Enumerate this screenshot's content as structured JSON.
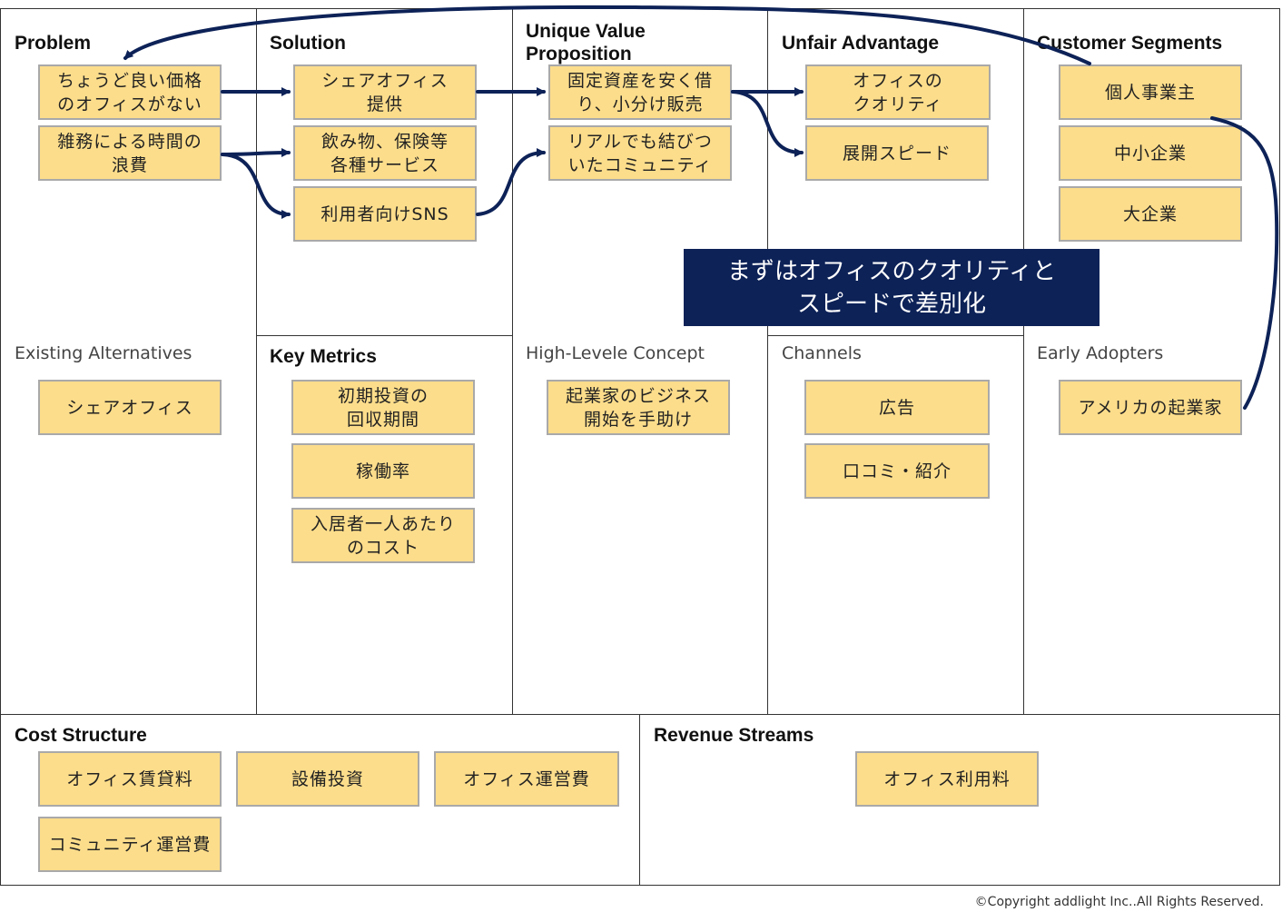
{
  "headers": {
    "problem": "Problem",
    "solution": "Solution",
    "uvp": "Unique Value\nProposition",
    "unfair": "Unfair Advantage",
    "segments": "Customer Segments",
    "key_metrics": "Key Metrics",
    "cost": "Cost Structure",
    "revenue": "Revenue Streams"
  },
  "subheaders": {
    "existing": "Existing Alternatives",
    "concept": "High-Levele Concept",
    "channels": "Channels",
    "early": "Early Adopters"
  },
  "notes": {
    "problem1": "ちょうど良い価格\nのオフィスがない",
    "problem2": "雑務による時間の\n浪費",
    "solution1": "シェアオフィス\n提供",
    "solution2": "飲み物、保険等\n各種サービス",
    "solution3": "利用者向けSNS",
    "uvp1": "固定資産を安く借\nり、小分け販売",
    "uvp2": "リアルでも結びつ\nいたコミュニティ",
    "unfair1": "オフィスの\nクオリティ",
    "unfair2": "展開スピード",
    "seg1": "個人事業主",
    "seg2": "中小企業",
    "seg3": "大企業",
    "existing1": "シェアオフィス",
    "metric1": "初期投資の\n回収期間",
    "metric2": "稼働率",
    "metric3": "入居者一人あたり\nのコスト",
    "concept1": "起業家のビジネス\n開始を手助け",
    "channel1": "広告",
    "channel2": "口コミ・紹介",
    "early1": "アメリカの起業家",
    "cost1": "オフィス賃貸料",
    "cost2": "設備投資",
    "cost3": "オフィス運営費",
    "cost4": "コミュニティ運営費",
    "revenue1": "オフィス利用料"
  },
  "callout": "まずはオフィスのクオリティと\nスピードで差別化",
  "copyright": "©Copyright addlight Inc..All Rights Reserved.",
  "colors": {
    "note_fill": "#fcdd8b",
    "arrow": "#0d2257",
    "callout_bg": "#0d2257"
  }
}
